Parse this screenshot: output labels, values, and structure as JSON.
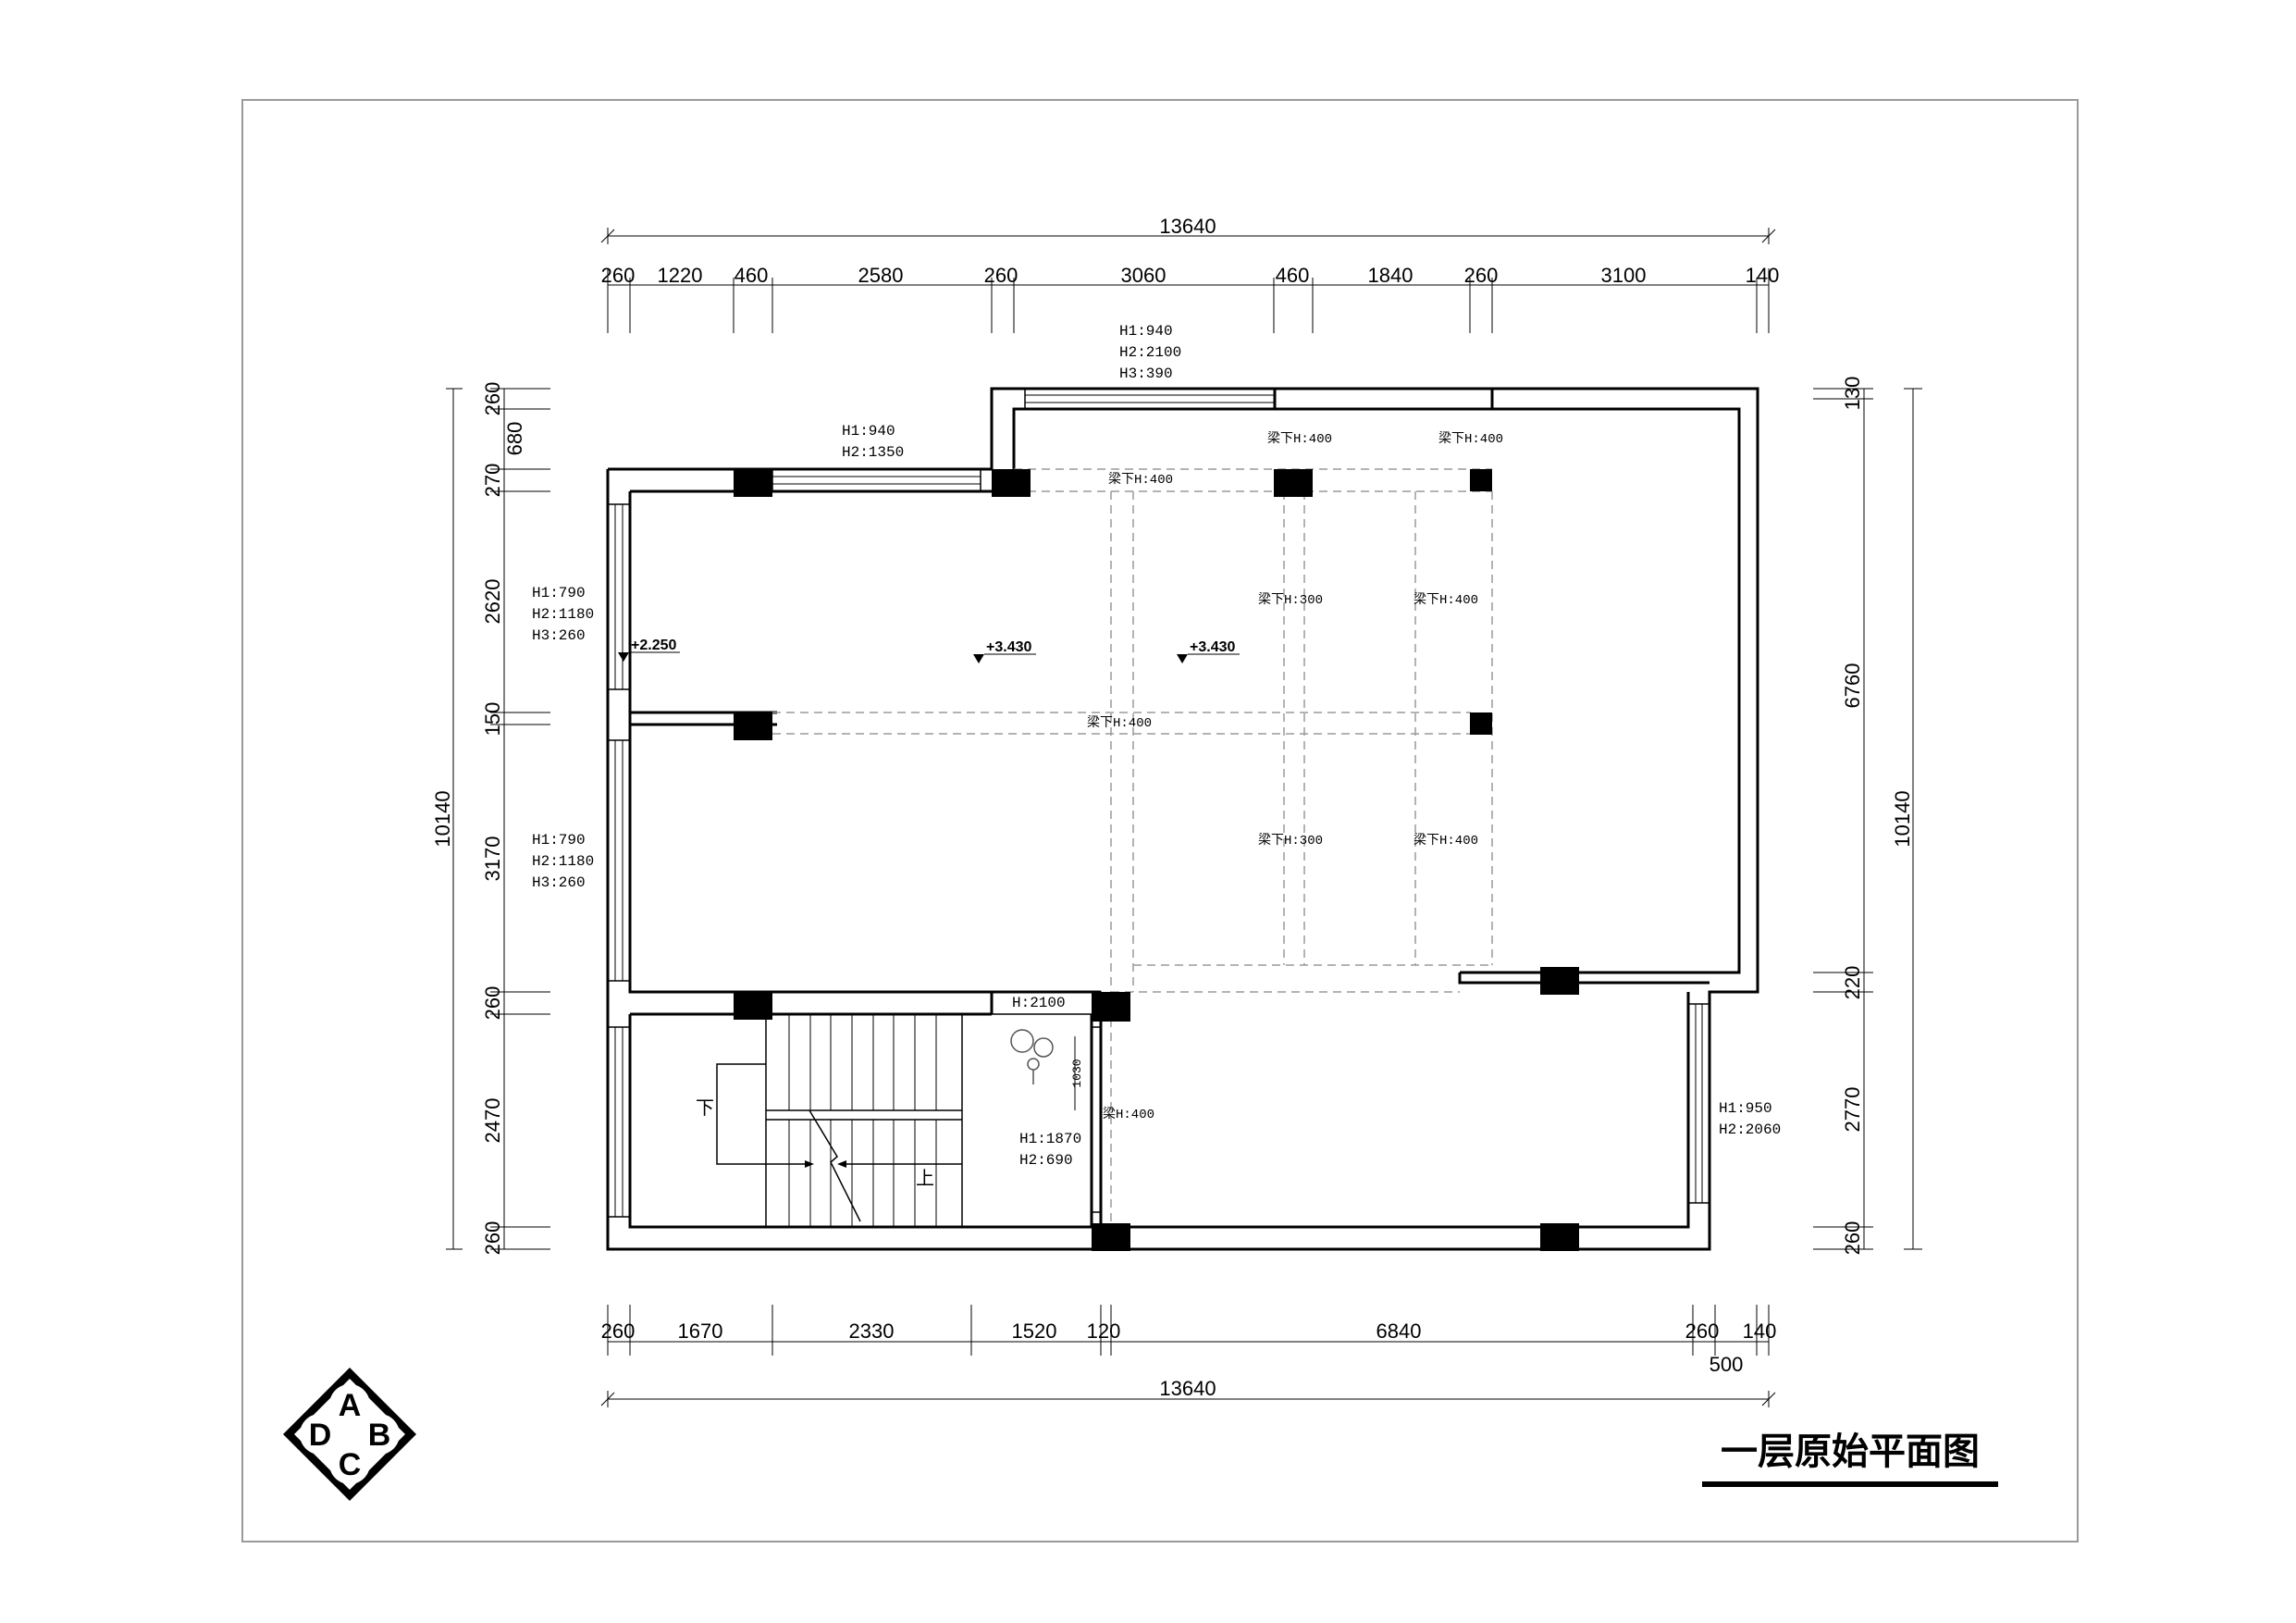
{
  "title": "一层原始平面图",
  "logo": {
    "letters": [
      "A",
      "B",
      "C",
      "D"
    ]
  },
  "dimensions": {
    "top_total": "13640",
    "top_segments": [
      "260",
      "1220",
      "460",
      "2580",
      "260",
      "3060",
      "460",
      "1840",
      "260",
      "3100",
      "140"
    ],
    "bottom_total": "13640",
    "bottom_segments": [
      "260",
      "1670",
      "2330",
      "1520",
      "120",
      "6840",
      "260",
      "140"
    ],
    "bottom_extra": "500",
    "left_total": "10140",
    "left_segments": [
      "260",
      "680",
      "270",
      "2620",
      "150",
      "3170",
      "260",
      "2470",
      "260"
    ],
    "right_total": "10140",
    "right_segments": [
      "130",
      "6760",
      "220",
      "2770",
      "260"
    ]
  },
  "openings": {
    "top_window_right": [
      "H1:940",
      "H2:2100",
      "H3:390"
    ],
    "top_window_left": [
      "H1:940",
      "H2:1350"
    ],
    "left_window_upper": [
      "H1:790",
      "H2:1180",
      "H3:260"
    ],
    "left_window_lower": [
      "H1:790",
      "H2:1180",
      "H3:260"
    ],
    "stair_door": "H:2100",
    "inner_window": [
      "H1:1870",
      "H2:690"
    ],
    "inner_width": "1030",
    "right_window": [
      "H1:950",
      "H2:2060"
    ]
  },
  "beams": [
    "梁下H:400",
    "梁下H:400",
    "梁下H:400",
    "梁下H:300",
    "梁下H:400",
    "梁下H:400",
    "梁下H:300",
    "梁下H:400",
    "梁H:400"
  ],
  "levels": [
    "+2.250",
    "+3.430",
    "+3.430"
  ],
  "stairs": {
    "down": "下",
    "up": "上"
  }
}
